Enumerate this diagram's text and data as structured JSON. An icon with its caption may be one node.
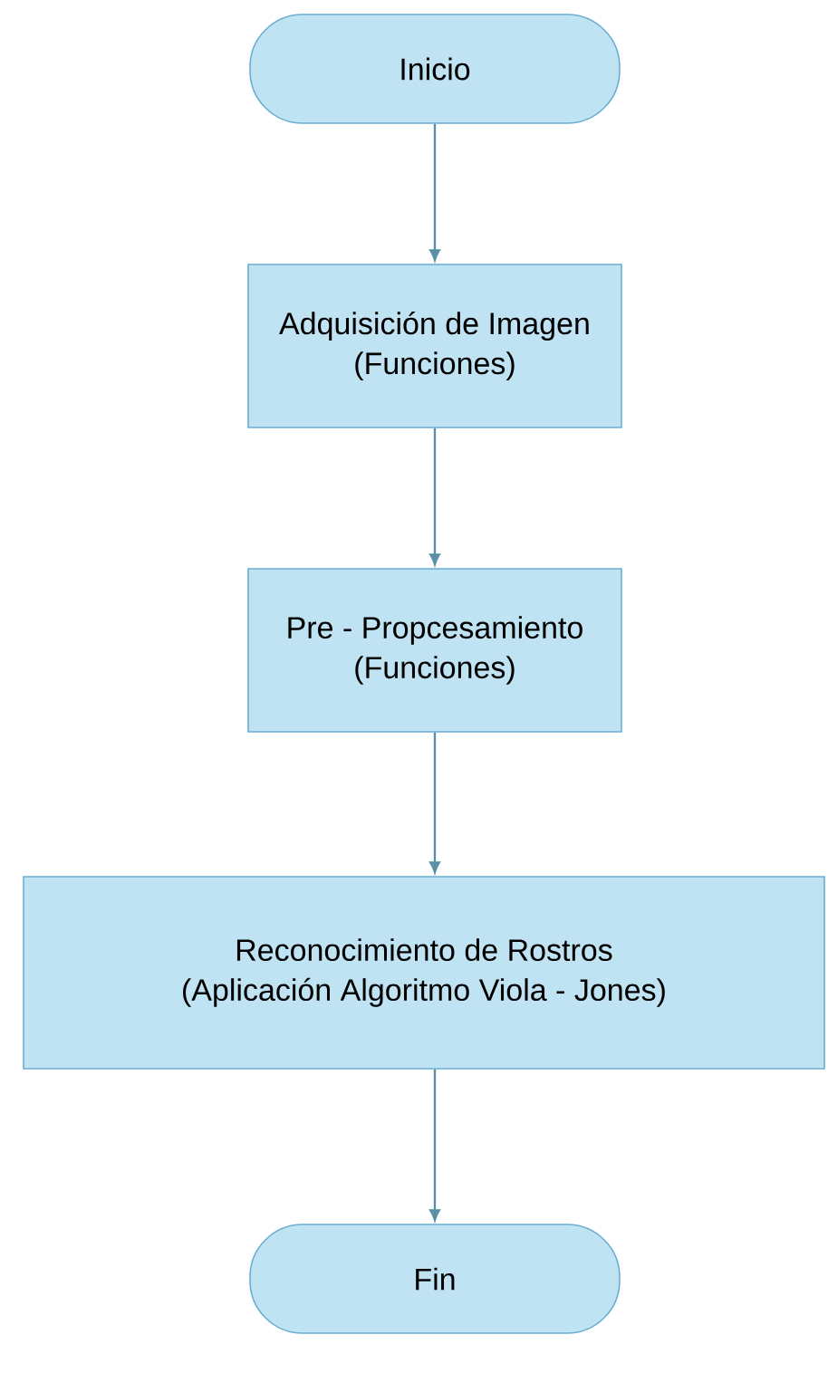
{
  "diagram": {
    "nodes": [
      {
        "text": [
          "Inicio"
        ]
      },
      {
        "text": [
          "Adquisición de Imagen",
          "(Funciones)"
        ]
      },
      {
        "text": [
          "Pre - Propcesamiento",
          "(Funciones)"
        ]
      },
      {
        "text": [
          "Reconocimiento de Rostros",
          "(Aplicación Algoritmo Viola - Jones)"
        ]
      },
      {
        "text": [
          "Fin"
        ]
      }
    ],
    "edges": [
      {
        "from": 0,
        "to": 1,
        "arrow": "to"
      },
      {
        "from": 1,
        "to": 2,
        "arrow": "to"
      },
      {
        "from": 2,
        "to": 3,
        "arrow": "to"
      },
      {
        "from": 3,
        "to": 4,
        "arrow": "to"
      }
    ]
  }
}
